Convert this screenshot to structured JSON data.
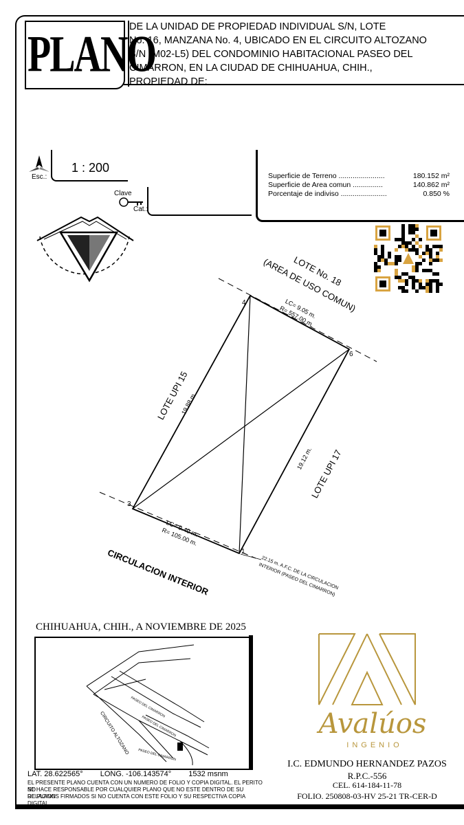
{
  "header": {
    "plano_word": "PLANO",
    "lines": [
      "DE LA UNIDAD DE PROPIEDAD INDIVIDUAL S/N, LOTE",
      "No. 16, MANZANA No. 4, UBICADO EN EL CIRCUITO ALTOZANO",
      "S/N (M02-L5) DEL CONDOMINIO HABITACIONAL PASEO DEL",
      "CIMARRON, EN LA CIUDAD DE CHIHUAHUA, CHIH.,",
      "PROPIEDAD DE:"
    ]
  },
  "scale": {
    "esc_label": "Esc.:",
    "value": "1 : 200"
  },
  "clave": {
    "clave_label": "Clave",
    "cat_label": "Cat.:"
  },
  "areas": [
    {
      "label": "Superficie de Terreno .......................",
      "value": "180.152 m²"
    },
    {
      "label": "Superficie de Area comun ...............",
      "value": "140.862 m²"
    },
    {
      "label": "Porcentaje de indiviso .......................",
      "value": "0.850 %"
    }
  ],
  "drawing": {
    "lote18_line1": "LOTE No. 18",
    "lote18_line2": "(AREA DE USO COMUN)",
    "lc_top": "LC= 9.05 m.",
    "r_top": "R= 557.00 m.",
    "lote_upi15": "LOTE UPI 15",
    "left_dim": "19.88 m.",
    "right_dim": "19.12 m.",
    "lote_upi17": "LOTE UPI 17",
    "lc_bottom": "LC= 9.40 m.",
    "r_bottom": "R= 105.00 m.",
    "afc_line1": "22.15 m. A.F.C. DE LA CIRCULACION",
    "afc_line2": "INTERIOR (PASEO DEL CIMARRON)",
    "circulacion": "CIRCULACION INTERIOR",
    "v1": "1",
    "v3": "3",
    "v4": "4",
    "v6": "6"
  },
  "location": {
    "date": "CHIHUAHUA, CHIH., A NOVIEMBRE DE 2025",
    "map_labels": {
      "circuito": "CIRCUITO ALTOZANO",
      "road_a": "PASEO DEL CIMARRON",
      "road_b": "PASEO DEL CIMARRON",
      "road_c": "PASEO DEL CIMARRON"
    },
    "lat": "LAT. 28.622565°",
    "long": "LONG. -106.143574°",
    "alt": "1532 msnm",
    "disclaimer": [
      "EL PRESENTE PLANO CUENTA CON UN NUMERO DE FOLIO Y COPIA DIGITAL. EL PERITO NO",
      "SE HACE RESPONSABLE POR CUALQUIER PLANO QUE NO ESTE DENTRO DE SU  RELACION",
      "DE PLANOS FIRMADOS SI NO CUENTA CON  ESTE  FOLIO Y SU RESPECTIVA  COPIA DIGITAL"
    ]
  },
  "brand": {
    "script": "Avalúos",
    "sub": "INGENIO",
    "gold": "#b8963c"
  },
  "signer": {
    "name": "I.C. EDMUNDO HERNANDEZ PAZOS",
    "rpc": "R.P.C.-556",
    "cel": "CEL. 614-184-11-78",
    "folio": "FOLIO. 250808-03-HV    25-21 TR-CER-D"
  }
}
